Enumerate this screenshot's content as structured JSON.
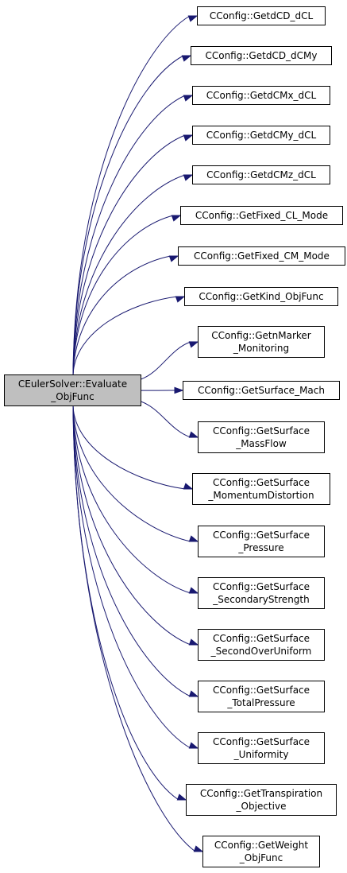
{
  "colors": {
    "source_fill": "#bfbfbf",
    "target_fill": "#ffffff",
    "edge": "#191970"
  },
  "source": {
    "lines": [
      "CEulerSolver::Evaluate",
      "_ObjFunc"
    ]
  },
  "targets": [
    {
      "lines": [
        "CConfig::GetdCD_dCL"
      ]
    },
    {
      "lines": [
        "CConfig::GetdCD_dCMy"
      ]
    },
    {
      "lines": [
        "CConfig::GetdCMx_dCL"
      ]
    },
    {
      "lines": [
        "CConfig::GetdCMy_dCL"
      ]
    },
    {
      "lines": [
        "CConfig::GetdCMz_dCL"
      ]
    },
    {
      "lines": [
        "CConfig::GetFixed_CL_Mode"
      ]
    },
    {
      "lines": [
        "CConfig::GetFixed_CM_Mode"
      ]
    },
    {
      "lines": [
        "CConfig::GetKind_ObjFunc"
      ]
    },
    {
      "lines": [
        "CConfig::GetnMarker",
        "_Monitoring"
      ]
    },
    {
      "lines": [
        "CConfig::GetSurface_Mach"
      ]
    },
    {
      "lines": [
        "CConfig::GetSurface",
        "_MassFlow"
      ]
    },
    {
      "lines": [
        "CConfig::GetSurface",
        "_MomentumDistortion"
      ]
    },
    {
      "lines": [
        "CConfig::GetSurface",
        "_Pressure"
      ]
    },
    {
      "lines": [
        "CConfig::GetSurface",
        "_SecondaryStrength"
      ]
    },
    {
      "lines": [
        "CConfig::GetSurface",
        "_SecondOverUniform"
      ]
    },
    {
      "lines": [
        "CConfig::GetSurface",
        "_TotalPressure"
      ]
    },
    {
      "lines": [
        "CConfig::GetSurface",
        "_Uniformity"
      ]
    },
    {
      "lines": [
        "CConfig::GetTranspiration",
        "_Objective"
      ]
    },
    {
      "lines": [
        "CConfig::GetWeight",
        "_ObjFunc"
      ]
    }
  ]
}
